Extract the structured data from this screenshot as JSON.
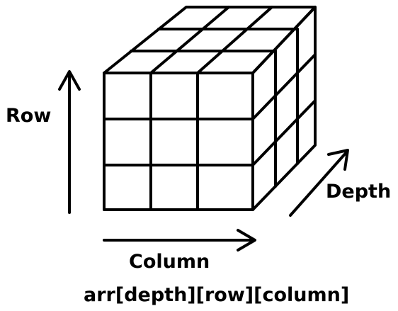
{
  "labels": {
    "row": "Row",
    "column": "Column",
    "depth": "Depth",
    "expression": "arr[depth][row][column]"
  },
  "cube": {
    "rows": 3,
    "columns": 3,
    "depth": 3
  },
  "colors": {
    "ink": "#000000",
    "background": "#ffffff"
  }
}
